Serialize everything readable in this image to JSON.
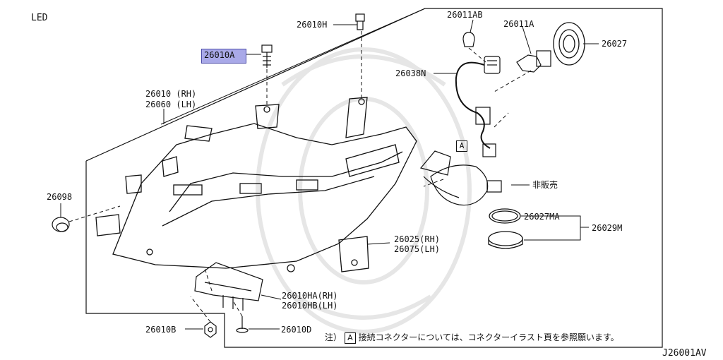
{
  "header": {
    "title": "LED"
  },
  "footer": {
    "diagram_code": "J26001AV"
  },
  "note": {
    "prefix": "注）",
    "box_letter": "A",
    "text": "接続コネクターについては、コネクターイラスト頁を参照願います。"
  },
  "connector_box": {
    "letter": "A"
  },
  "highlight_color": "#a9a9e8",
  "callouts": {
    "p26010H": "26010H",
    "p26010A": "26010A",
    "p26010_rh": "26010 (RH)",
    "p26060_lh": "26060 (LH)",
    "p26011AB": "26011AB",
    "p26011A": "26011A",
    "p26027": "26027",
    "p26038N": "26038N",
    "not_for_sale": "非販売",
    "p26098": "26098",
    "p26027MA": "26027MA",
    "p26029M": "26029M",
    "p26025_rh": "26025(RH)",
    "p26075_lh": "26075(LH)",
    "p26010HA_rh": "26010HA(RH)",
    "p26010HB_lh": "26010HB(LH)",
    "p26010B": "26010B",
    "p26010D": "26010D"
  }
}
